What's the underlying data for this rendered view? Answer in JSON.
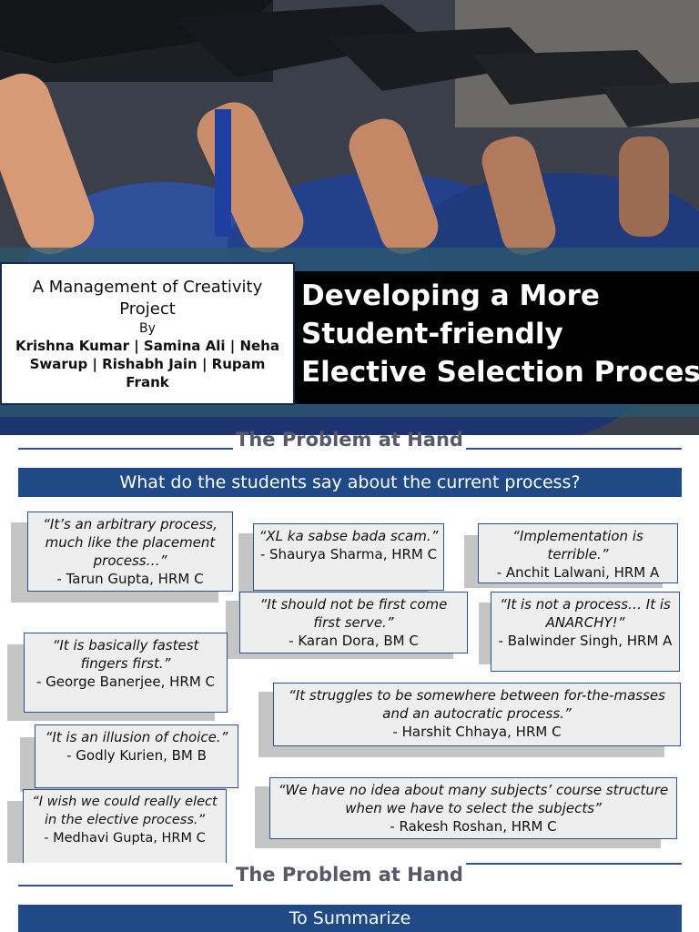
{
  "slide1": {
    "main_title": "Developing a More\nStudent-friendly\nElective Selection Process",
    "project_label": "A Management of Creativity Project",
    "by_label": "By",
    "authors": "Krishna Kumar | Samina Ali | Neha Swarup | Rishabh Jain | Rupam Frank"
  },
  "slide2": {
    "heading": "The Problem at Hand",
    "banner": "What do the students say about the current process?",
    "quotes": [
      {
        "text": "“It’s an arbitrary process, much like the placement process…”",
        "author": "- Tarun Gupta, HRM C"
      },
      {
        "text": "“XL ka sabse bada scam.”",
        "author": "- Shaurya Sharma, HRM C"
      },
      {
        "text": "“Implementation is terrible.”",
        "author": "- Anchit Lalwani, HRM A"
      },
      {
        "text": "“It should not be first come first serve.”",
        "author": "- Karan Dora, BM C"
      },
      {
        "text": "“It is not a process… It is ANARCHY!”",
        "author": "- Balwinder Singh, HRM A"
      },
      {
        "text": "“It is basically fastest fingers first.”",
        "author": "- George Banerjee, HRM C"
      },
      {
        "text": "“It struggles to be somewhere between for-the-masses and an autocratic process.”",
        "author": "- Harshit Chhaya, HRM C"
      },
      {
        "text": "“It is an illusion of choice.”",
        "author": "- Godly Kurien, BM B"
      },
      {
        "text": "“I wish we could really elect in the elective process.”",
        "author": "- Medhavi Gupta, HRM C"
      },
      {
        "text": "“We have no idea about many subjects’ course structure when we have to select the subjects”",
        "author": "- Rakesh Roshan, HRM C"
      }
    ]
  },
  "slide3": {
    "heading": "The Problem at Hand",
    "banner": "To Summarize"
  },
  "colors": {
    "banner_blue": "#1f4a85",
    "title_bar": "#000000",
    "rule_blue": "#2f4f8f"
  }
}
